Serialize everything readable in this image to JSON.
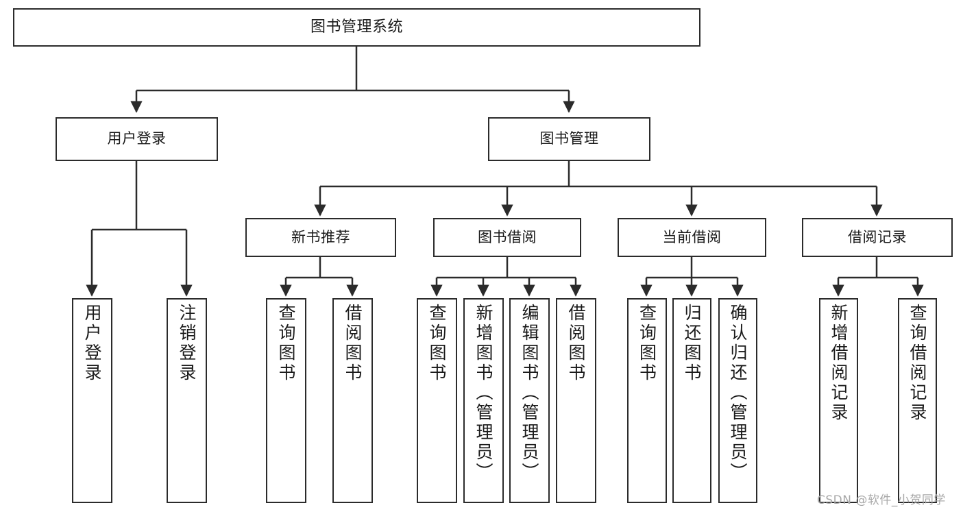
{
  "diagram": {
    "title": "图书管理系统",
    "watermark": "CSDN @软件_小贺同学",
    "line_color": "#2b2b2b",
    "background": "#ffffff",
    "root": {
      "label": "图书管理系统"
    },
    "level1": [
      {
        "label": "用户登录"
      },
      {
        "label": "图书管理"
      }
    ],
    "level2": [
      {
        "label": "新书推荐"
      },
      {
        "label": "图书借阅"
      },
      {
        "label": "当前借阅"
      },
      {
        "label": "借阅记录"
      }
    ],
    "leaves": {
      "user_login": [
        {
          "label": "用户登录"
        },
        {
          "label": "注销登录"
        }
      ],
      "new_book_recommend": [
        {
          "label": "查询图书"
        },
        {
          "label": "借阅图书"
        }
      ],
      "book_borrow": [
        {
          "label": "查询图书"
        },
        {
          "label": "新增图书（管理员）"
        },
        {
          "label": "编辑图书（管理员）"
        },
        {
          "label": "借阅图书"
        }
      ],
      "current_borrow": [
        {
          "label": "查询图书"
        },
        {
          "label": "归还图书"
        },
        {
          "label": "确认归还（管理员）"
        }
      ],
      "borrow_record": [
        {
          "label": "新增借阅记录"
        },
        {
          "label": "查询借阅记录"
        }
      ]
    }
  }
}
